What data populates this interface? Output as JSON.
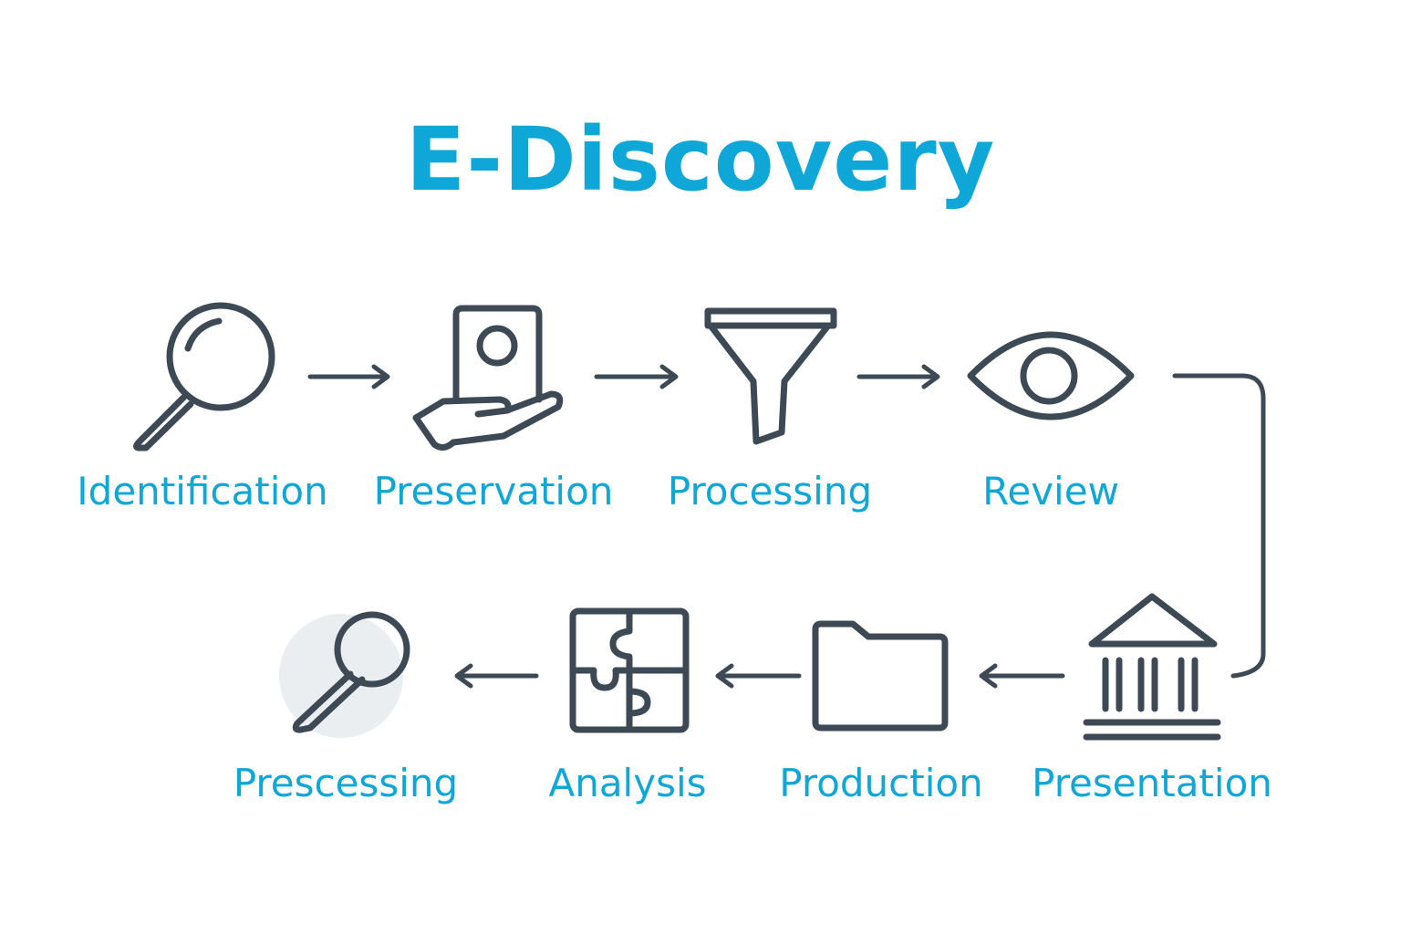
{
  "title": "E-Discovery",
  "colors": {
    "title": "#0ea7d8",
    "label": "#0ea7d8",
    "icon": "#3d4a55",
    "highlight": "#eaeef0"
  },
  "steps": [
    {
      "label": "Identification",
      "icon": "magnifier-icon"
    },
    {
      "label": "Preservation",
      "icon": "hand-holding-document-icon"
    },
    {
      "label": "Processing",
      "icon": "funnel-icon"
    },
    {
      "label": "Review",
      "icon": "eye-icon"
    },
    {
      "label": "Presentation",
      "icon": "courthouse-icon"
    },
    {
      "label": "Production",
      "icon": "folder-icon"
    },
    {
      "label": "Analysis",
      "icon": "puzzle-icon"
    },
    {
      "label": "Prescessing",
      "icon": "magnifier-icon"
    }
  ]
}
